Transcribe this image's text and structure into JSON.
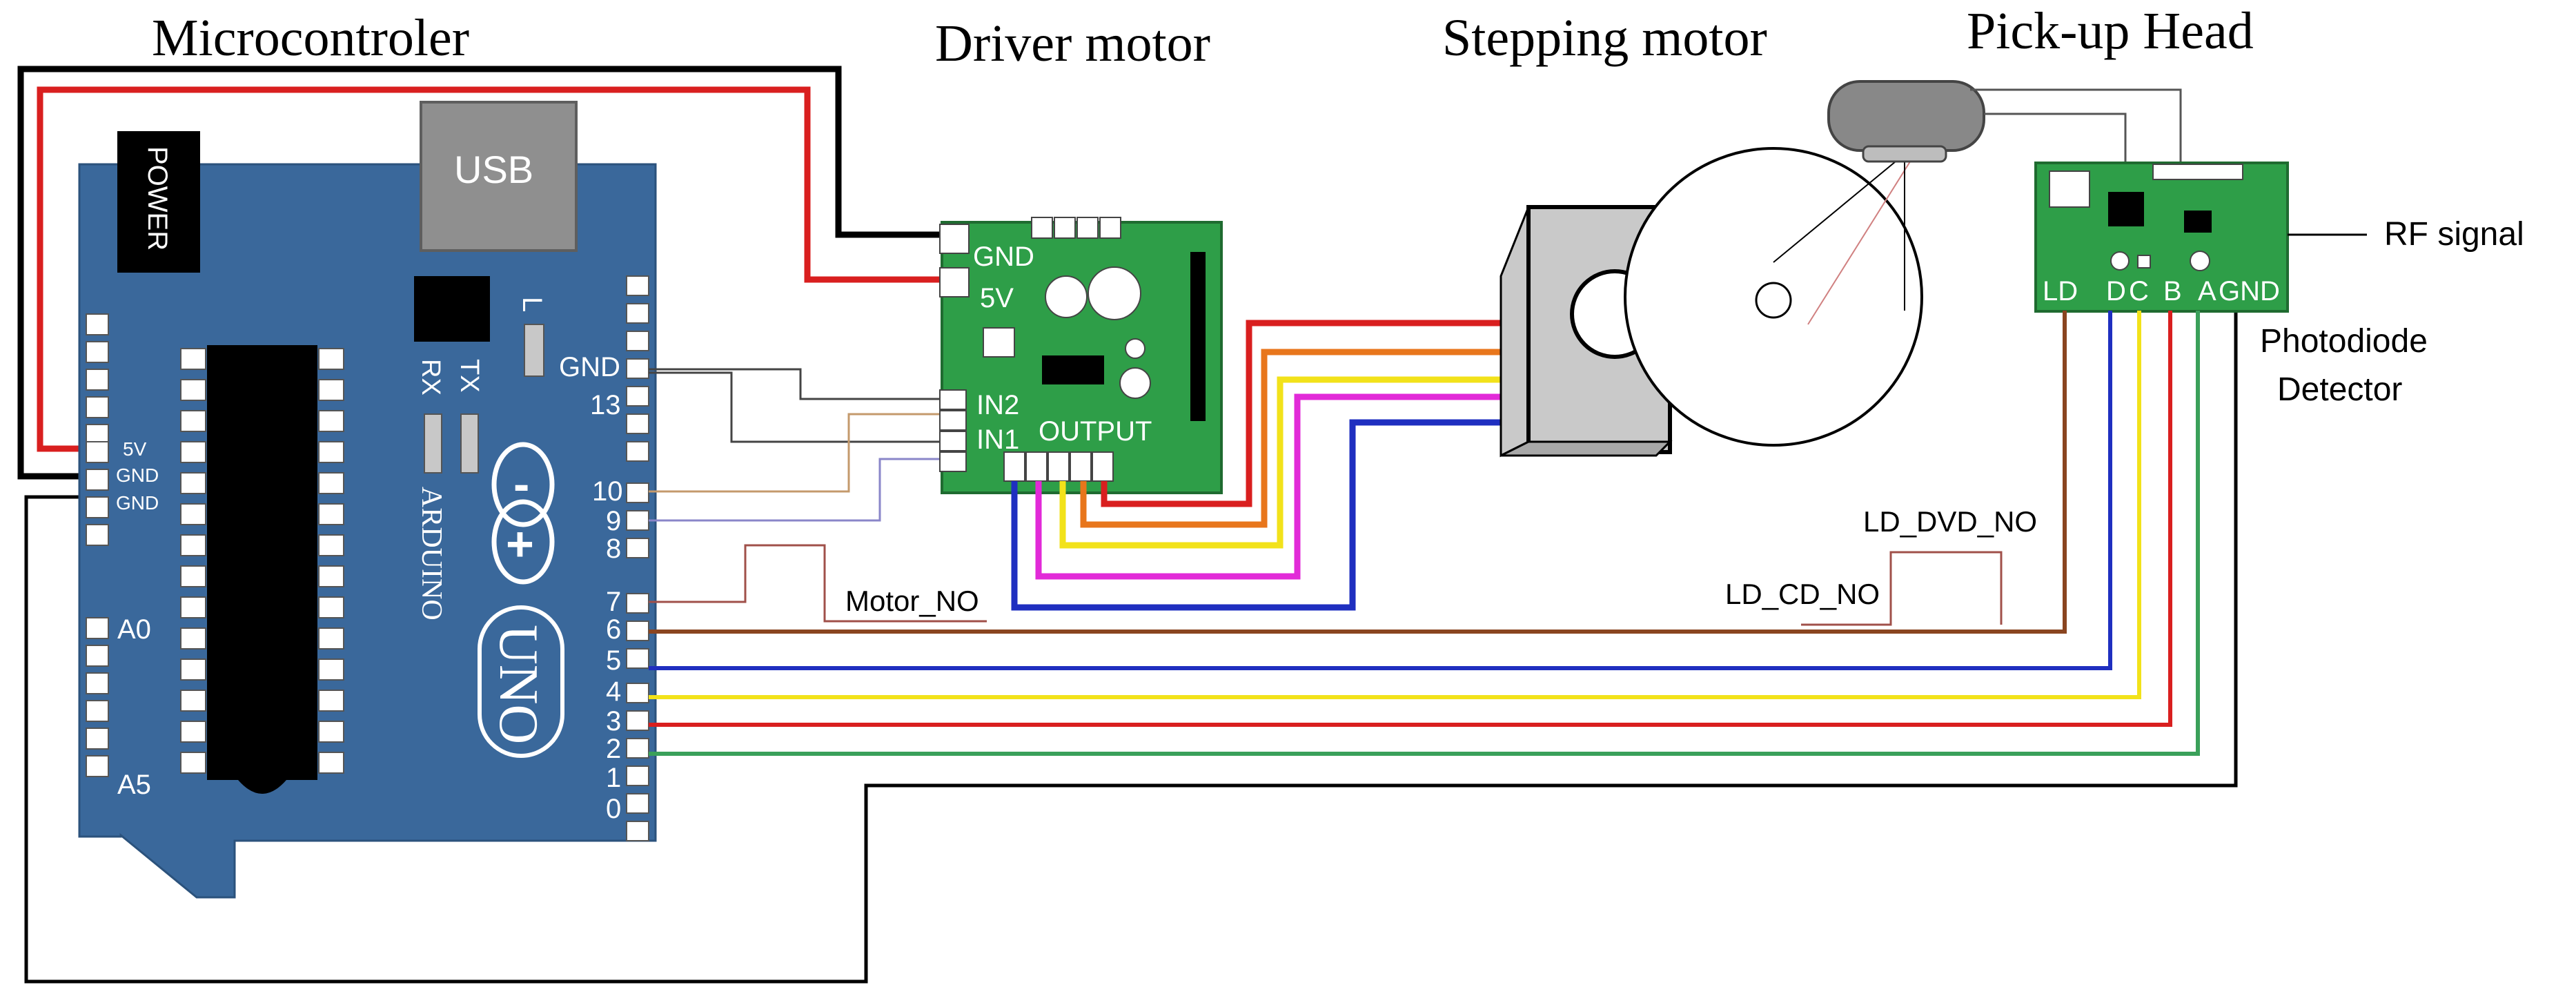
{
  "titles": {
    "microcontroller": "Microcontroler",
    "driver": "Driver motor",
    "stepper": "Stepping motor",
    "pickup": "Pick-up Head"
  },
  "arduino": {
    "power": "POWER",
    "usb": "USB",
    "rx": "RX",
    "tx": "TX",
    "l": "L",
    "gnd_header": "GND",
    "pin13": "13",
    "pin10": "10",
    "pin9": "9",
    "pin8": "8",
    "pin7": "7",
    "pin6": "6",
    "pin5": "5",
    "pin4": "4",
    "pin3": "3",
    "pin2": "2",
    "pin1": "1",
    "pin0": "0",
    "v5": "5V",
    "gnd1": "GND",
    "gnd2": "GND",
    "a0": "A0",
    "a5": "A5",
    "brand": "ARDUINO",
    "model": "UNO",
    "logo_minus": "-",
    "logo_plus": "+"
  },
  "driver": {
    "gnd": "GND",
    "v5": "5V",
    "in2": "IN2",
    "in1": "IN1",
    "output": "OUTPUT"
  },
  "pickup_board": {
    "ld": "LD",
    "d": "D",
    "c": "C",
    "b": "B",
    "a": "A",
    "gnd": "GND"
  },
  "annotations": {
    "rf_signal": "RF signal",
    "photodiode_line1": "Photodiode",
    "photodiode_line2": "Detector",
    "motor_no": "Motor_NO",
    "ld_cd_no": "LD_CD_NO",
    "ld_dvd_no": "LD_DVD_NO"
  },
  "colors": {
    "arduino_blue": "#3a689b",
    "board_green": "#2e9e48",
    "wire_red": "#d91f1f",
    "wire_black": "#000000",
    "wire_orange": "#e8761c",
    "wire_yellow": "#f2e21a",
    "wire_magenta": "#e22ad8",
    "wire_blue": "#1f2fc0",
    "wire_brown": "#8a4520",
    "wire_green": "#3aa05a"
  }
}
